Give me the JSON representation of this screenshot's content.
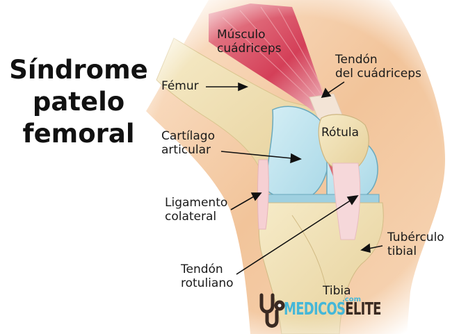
{
  "title": {
    "line1": "Síndrome",
    "line2": "patelo",
    "line3": "femoral"
  },
  "labels": {
    "musculo_cuadriceps": "Músculo\ncuádriceps",
    "tendon_cuadriceps": "Tendón\ndel cuádriceps",
    "femur": "Fémur",
    "rotula": "Rótula",
    "cartilago_articular": "Cartílago\narticular",
    "ligamento_colateral": "Ligamento\ncolateral",
    "tuberculo_tibial": "Tubérculo\ntibial",
    "tendon_rotuliano": "Tendón\nrotuliano",
    "tibia": "Tibia"
  },
  "logo": {
    "brand_part1": "MEDICOS",
    "brand_part2": "ELITE",
    "suffix": ".com",
    "icon": "stethoscope-icon"
  },
  "colors": {
    "skin": "#f2c49a",
    "bone": "#efe0b0",
    "cartilage": "#bfe3ee",
    "muscle": "#d9485f",
    "tendon": "#f6d8da",
    "logo_blue": "#45b7d8",
    "logo_dark": "#3a2a22"
  }
}
